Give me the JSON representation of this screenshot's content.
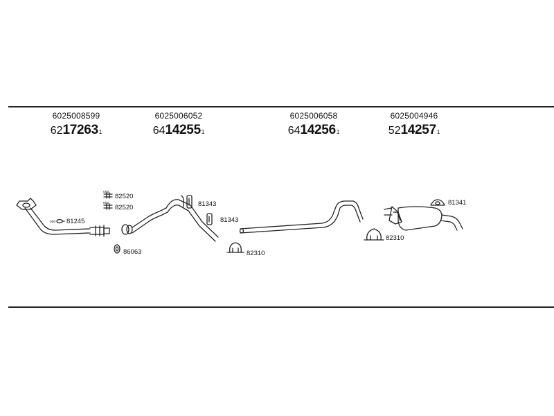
{
  "header_columns": [
    {
      "ref": "6025008599",
      "prefix": "62",
      "main": "17263",
      "mark": "1"
    },
    {
      "ref": "6025006052",
      "prefix": "64",
      "main": "14255",
      "mark": "1"
    },
    {
      "ref": "6025006058",
      "prefix": "64",
      "main": "14256",
      "mark": "1"
    },
    {
      "ref": "6025004946",
      "prefix": "52",
      "main": "14257",
      "mark": "1"
    }
  ],
  "part_labels": {
    "gasket_front": "81245",
    "bolt_upper": "82520",
    "bolt_lower": "82520",
    "spring": "86063",
    "hanger_top": "81343",
    "hanger_mid": "81343",
    "clamp_mid": "82310",
    "clamp_rear": "82310",
    "rubber_mount": "81341"
  },
  "marks": {
    "gasket_prefix": "ooo",
    "bolt_prefix": "ooo"
  },
  "colors": {
    "line": "#222222",
    "background": "#ffffff"
  }
}
